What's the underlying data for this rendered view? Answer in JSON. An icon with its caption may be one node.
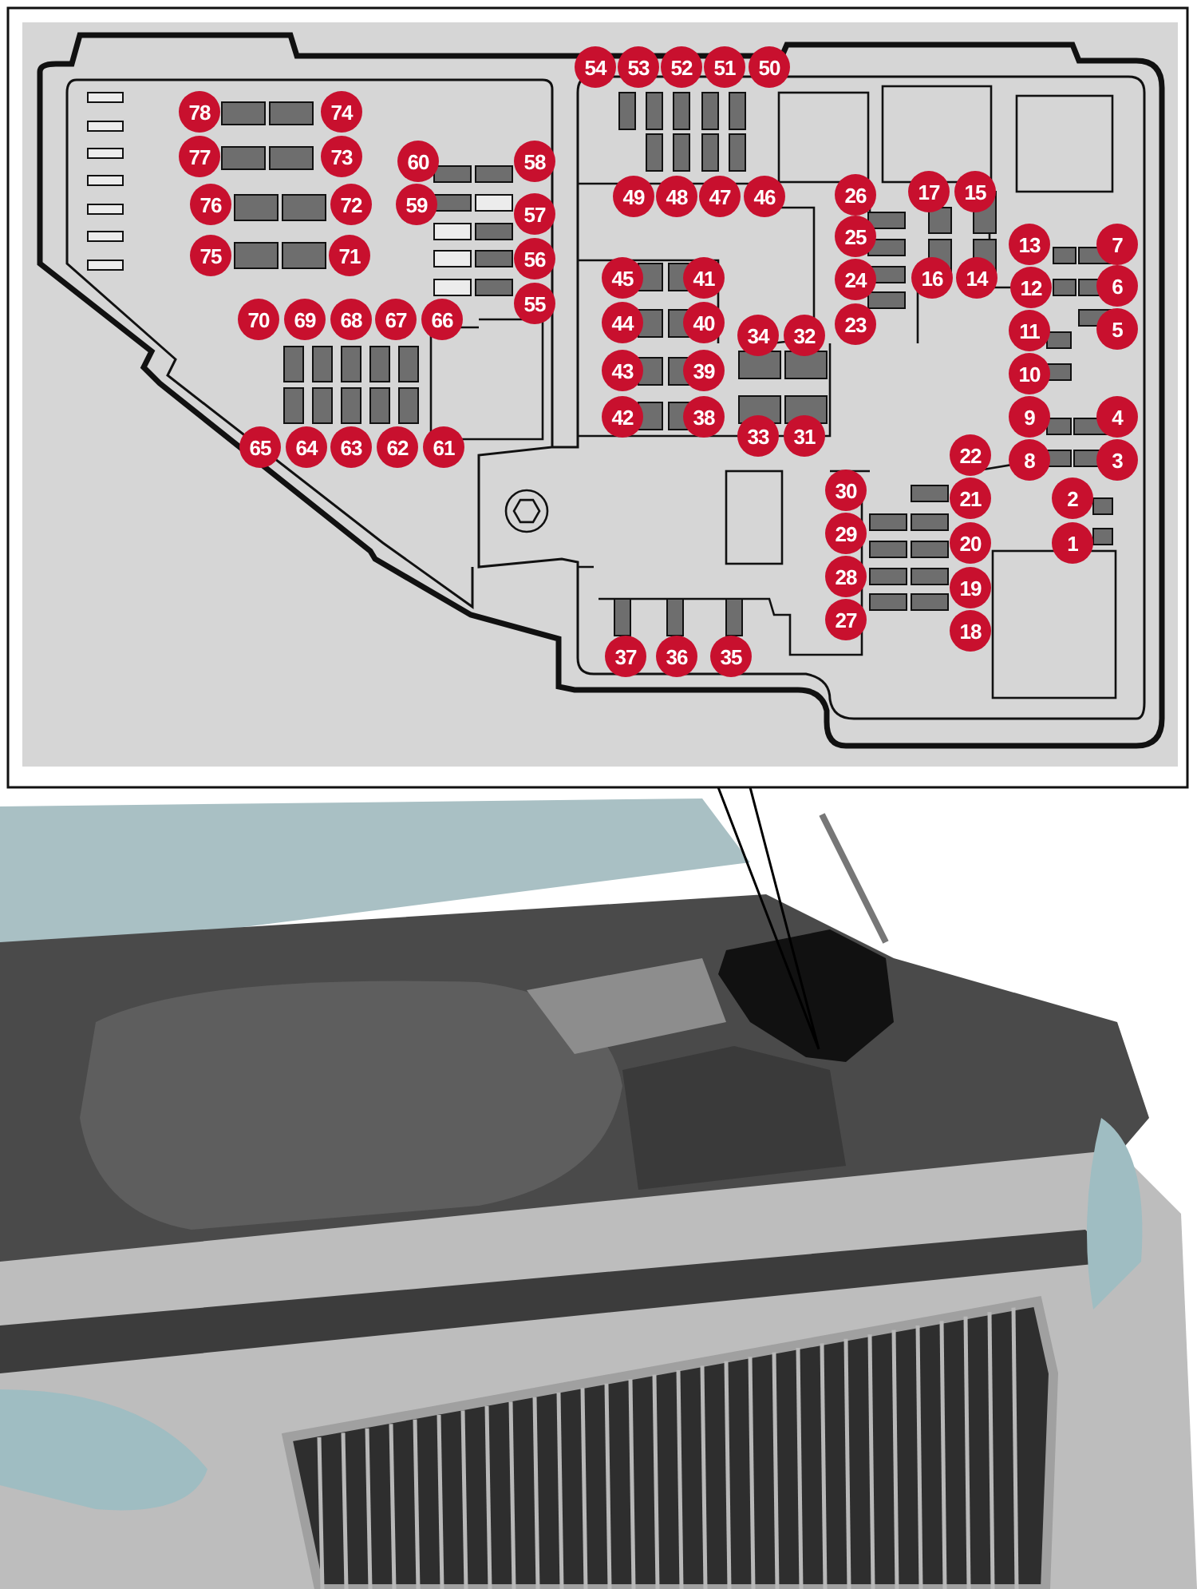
{
  "diagram": {
    "labels": [
      "54",
      "53",
      "52",
      "51",
      "50",
      "78",
      "74",
      "77",
      "73",
      "60",
      "58",
      "49",
      "48",
      "47",
      "46",
      "26",
      "17",
      "15",
      "76",
      "72",
      "59",
      "57",
      "25",
      "13",
      "7",
      "75",
      "71",
      "56",
      "45",
      "41",
      "24",
      "16",
      "14",
      "12",
      "6",
      "55",
      "70",
      "69",
      "68",
      "67",
      "66",
      "44",
      "40",
      "34",
      "32",
      "23",
      "11",
      "5",
      "43",
      "39",
      "10",
      "42",
      "38",
      "9",
      "4",
      "33",
      "31",
      "65",
      "64",
      "63",
      "62",
      "61",
      "22",
      "8",
      "3",
      "30",
      "21",
      "2",
      "29",
      "20",
      "1",
      "28",
      "19",
      "27",
      "18",
      "37",
      "36",
      "35"
    ]
  }
}
